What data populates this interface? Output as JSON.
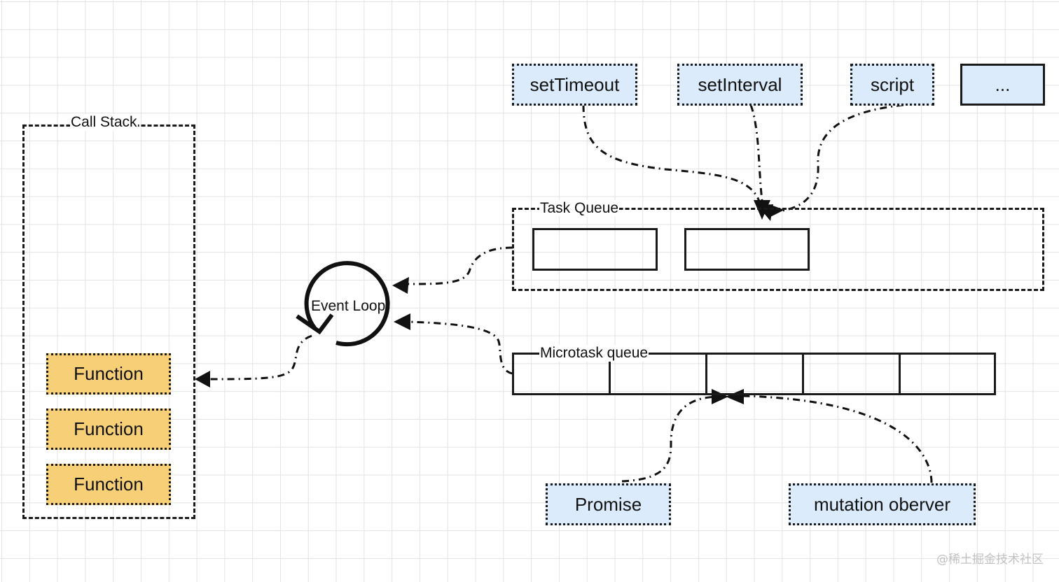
{
  "call_stack": {
    "label": "Call Stack",
    "functions": [
      "Function",
      "Function",
      "Function"
    ]
  },
  "event_loop": {
    "label": "Event Loop"
  },
  "task_queue": {
    "label": "Task Queue",
    "slot_count": 2
  },
  "microtask_queue": {
    "label": "Microtask queue",
    "cell_count": 5
  },
  "task_sources": [
    "setTimeout",
    "setInterval",
    "script",
    "..."
  ],
  "microtask_sources": [
    "Promise",
    "mutation oberver"
  ],
  "watermark": "@稀土掘金技术社区",
  "colors": {
    "function_fill": "#f6cf77",
    "source_fill": "#dcebfb",
    "stroke": "#1a1a1a",
    "grid": "#e3e3e3"
  }
}
